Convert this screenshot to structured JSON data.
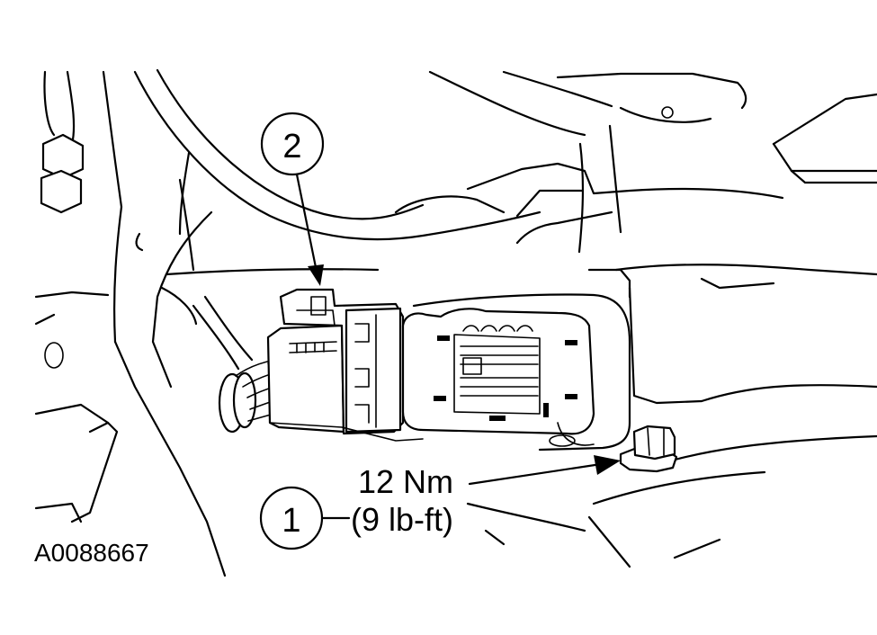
{
  "callouts": [
    {
      "id": "1",
      "label": "1"
    },
    {
      "id": "2",
      "label": "2"
    }
  ],
  "torque": {
    "metric": "12 Nm",
    "imperial": "(9 lb-ft)"
  },
  "figure_id": "A0088667",
  "colors": {
    "line": "#000000",
    "background": "#ffffff"
  }
}
